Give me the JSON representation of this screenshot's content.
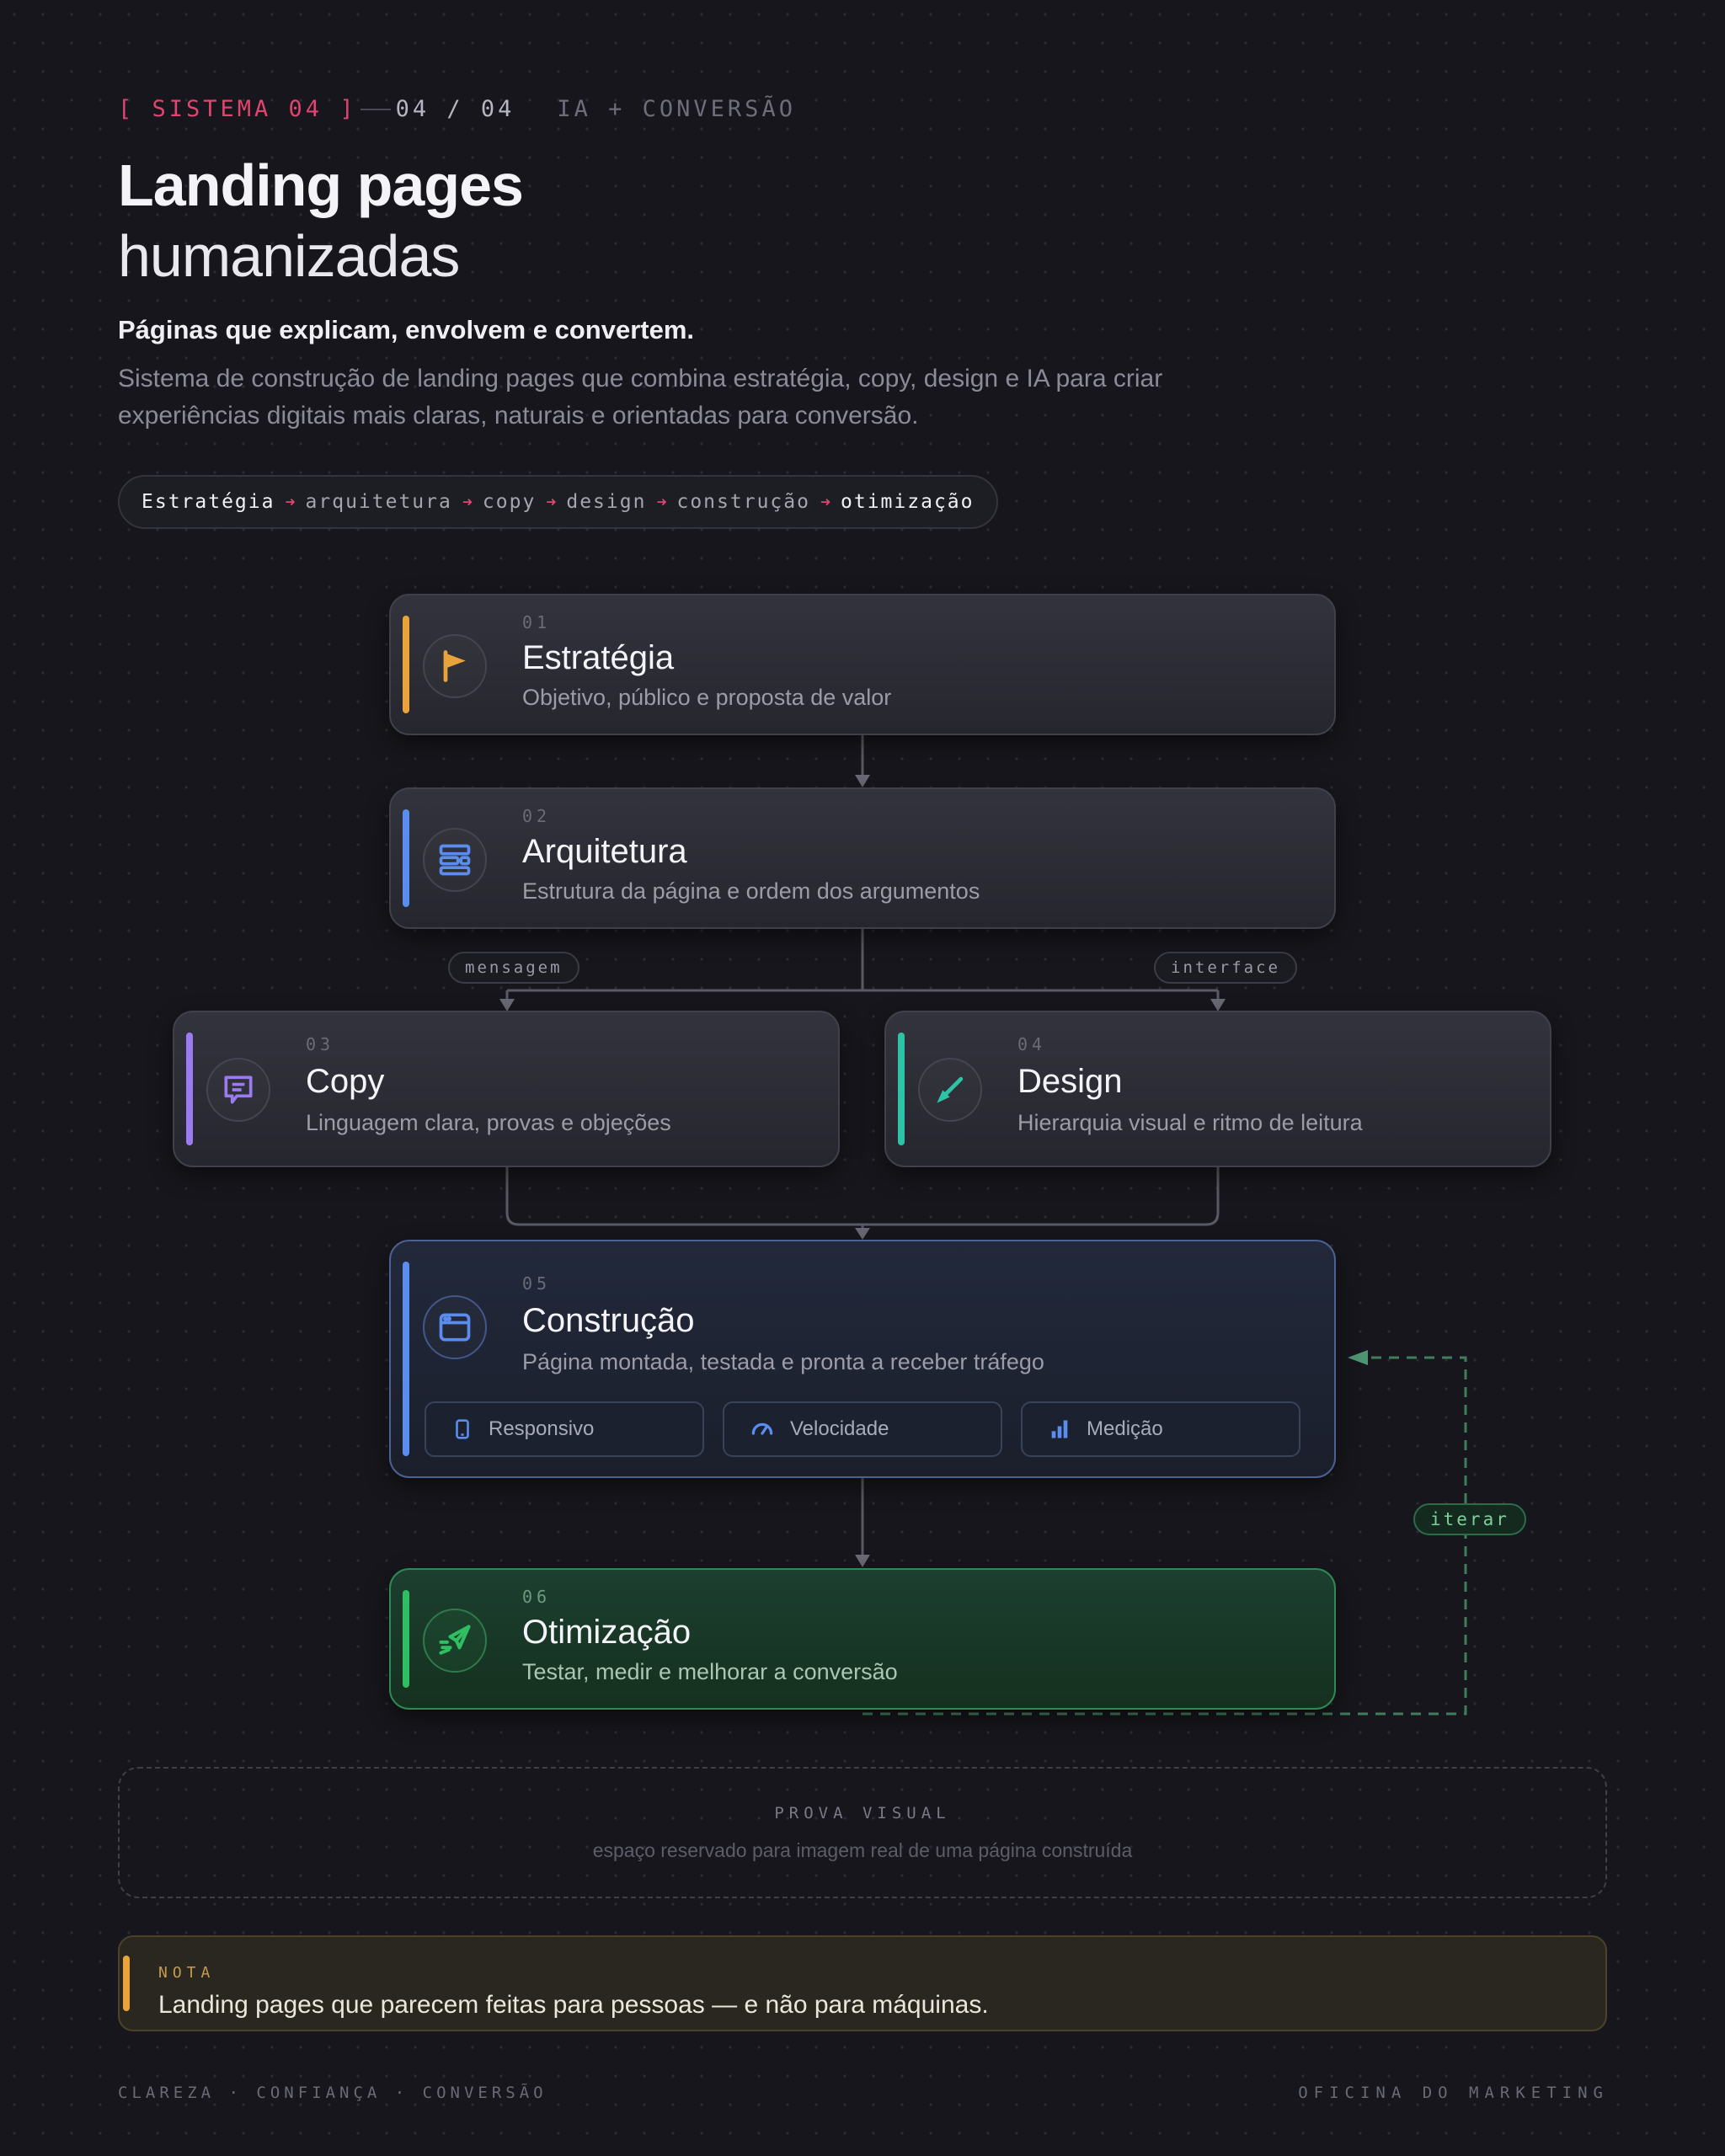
{
  "header": {
    "tag": "[ SISTEMA 04 ]",
    "count": "04 / 04",
    "topic": "IA + CONVERSÃO",
    "title_bold": "Landing pages",
    "title_light": "humanizadas",
    "subtitle": "Páginas que explicam, envolvem e convertem.",
    "description": "Sistema de construção de landing pages que combina estratégia, copy, design e IA para criar experiências digitais mais claras, naturais e orientadas para conversão."
  },
  "pipeline": {
    "steps": [
      "Estratégia",
      "arquitetura",
      "copy",
      "design",
      "construção",
      "otimização"
    ],
    "arrow_icon": "arrow-right-icon"
  },
  "cards": {
    "estrategia": {
      "num": "01",
      "title": "Estratégia",
      "subtitle": "Objetivo, público e proposta de valor",
      "icon": "flag-icon",
      "color": "#e8a43a"
    },
    "arquitetura": {
      "num": "02",
      "title": "Arquitetura",
      "subtitle": "Estrutura da página e ordem dos argumentos",
      "icon": "layout-icon",
      "color": "#5b8def"
    },
    "copy": {
      "num": "03",
      "title": "Copy",
      "subtitle": "Linguagem clara, provas e objeções",
      "icon": "chat-icon",
      "color": "#9b7bf0"
    },
    "design": {
      "num": "04",
      "title": "Design",
      "subtitle": "Hierarquia visual e ritmo de leitura",
      "icon": "pencil-icon",
      "color": "#2cc4a4"
    },
    "construcao": {
      "num": "05",
      "title": "Construção",
      "subtitle": "Página montada, testada e pronta a receber tráfego",
      "icon": "browser-icon",
      "color": "#5b8def",
      "features": [
        {
          "label": "Responsivo",
          "icon": "mobile-icon"
        },
        {
          "label": "Velocidade",
          "icon": "gauge-icon"
        },
        {
          "label": "Medição",
          "icon": "bar-chart-icon"
        }
      ]
    },
    "otimizacao": {
      "num": "06",
      "title": "Otimização",
      "subtitle": "Testar, medir e melhorar a conversão",
      "icon": "send-icon",
      "color": "#2fbf62"
    }
  },
  "connectors": {
    "left_label": "mensagem",
    "right_label": "interface",
    "loop_label": "iterar"
  },
  "proof": {
    "label": "PROVA VISUAL",
    "text": "espaço reservado para imagem real de uma página construída"
  },
  "note": {
    "label": "NOTA",
    "text": "Landing pages que parecem feitas para pessoas — e não para máquinas."
  },
  "footer": {
    "left": "CLAREZA · CONFIANÇA · CONVERSÃO",
    "right": "OFICINA DO MARKETING"
  }
}
